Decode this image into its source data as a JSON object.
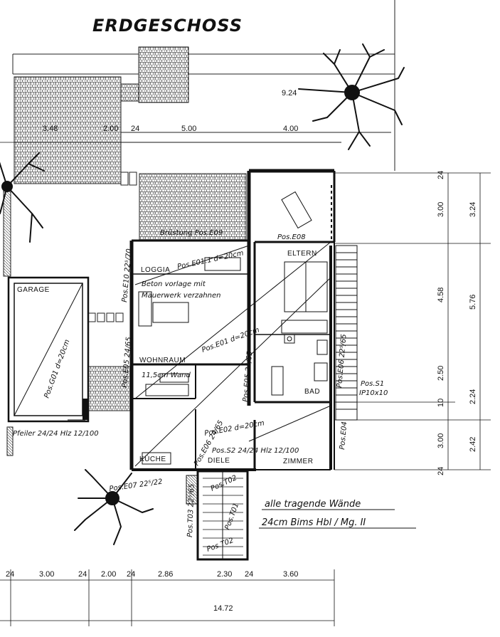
{
  "title": "ERDGESCHOSS",
  "rooms": {
    "garage": "GARAGE",
    "loggia": "LOGGIA",
    "wohnraum": "WOHNRAUM",
    "eltern": "ELTERN",
    "bad": "BAD",
    "zimmer": "ZIMMER",
    "diele": "DIELE",
    "kueche": "KÜCHE"
  },
  "dims_top": [
    "3.48",
    "2.00",
    "24",
    "5.00",
    "4.00",
    "9.24"
  ],
  "dims_bottom": [
    "24",
    "3.00",
    "24",
    "2.00",
    "24",
    "2.86",
    "2.30",
    "24",
    "3.60"
  ],
  "dim_total": "14.72",
  "dims_right_inner": [
    "24",
    "3.00",
    "4.58",
    "2.50",
    "10",
    "3.00",
    "24"
  ],
  "dims_right_outer": [
    "3.24",
    "5.76",
    "2.24",
    "2.42"
  ],
  "positions": {
    "e09": "Brüstung Pos.E09",
    "e08": "Pos.E08",
    "e10": "Pos.E10 22⁵/70",
    "e011": "Pos.E01.1 d=20cm",
    "beton": "Beton vorlage mit",
    "mauerwerk": "Mauerwerk verzahnen",
    "e01": "Pos.E01 d=20cm",
    "g01": "Pos.G01 d=20cm",
    "e05a": "Pos.E05 24/65",
    "e05b": "Pos.E05 24/65",
    "e065": "Pos.E06 22⁵/65",
    "s1": "Pos.S1",
    "ip": "IP10x10",
    "e04": "Pos.E04",
    "e02": "Pos.E02 d=20cm",
    "s2": "Pos.S2 24/24 Hlz 12/100",
    "e07": "Pos.E07 22⁵/22",
    "pfeiler": "Pfeiler 24/24 Hlz 12/100",
    "e06": "Pos.E06 24/65",
    "t03": "Pos.T03 22⁵/65",
    "t02a": "Pos.T02",
    "t01": "Pos.T01",
    "t02b": "Pos.T02",
    "frame": "11,5cm Wand"
  },
  "note": {
    "line1": "alle tragende Wände",
    "line2": "24cm Bims Hbl / Mg. II"
  }
}
